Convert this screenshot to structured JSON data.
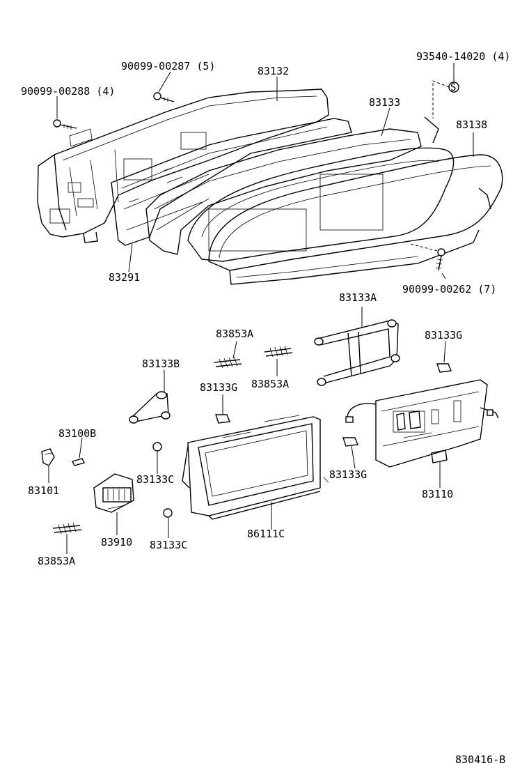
{
  "labels": {
    "p_90099_00287": "90099-00287 (5)",
    "p_90099_00288": "90099-00288 (4)",
    "p_83132": "83132",
    "p_93540_14020": "93540-14020 (4)",
    "p_83133": "83133",
    "p_83138": "83138",
    "p_83291": "83291",
    "p_90099_00262": "90099-00262 (7)",
    "p_83133A": "83133A",
    "p_83853A_top": "83853A",
    "p_83133G_right": "83133G",
    "p_83133B": "83133B",
    "p_83133G_mid": "83133G",
    "p_83853A_mid": "83853A",
    "p_83100B": "83100B",
    "p_83101": "83101",
    "p_83133C_left": "83133C",
    "p_83133G_lower": "83133G",
    "p_83110": "83110",
    "p_83910": "83910",
    "p_86111C": "86111C",
    "p_83133C_bottom": "83133C",
    "p_83853A_bottom": "83853A",
    "diagram_code": "830416-B"
  },
  "icons": {
    "screw_marker": "S"
  }
}
